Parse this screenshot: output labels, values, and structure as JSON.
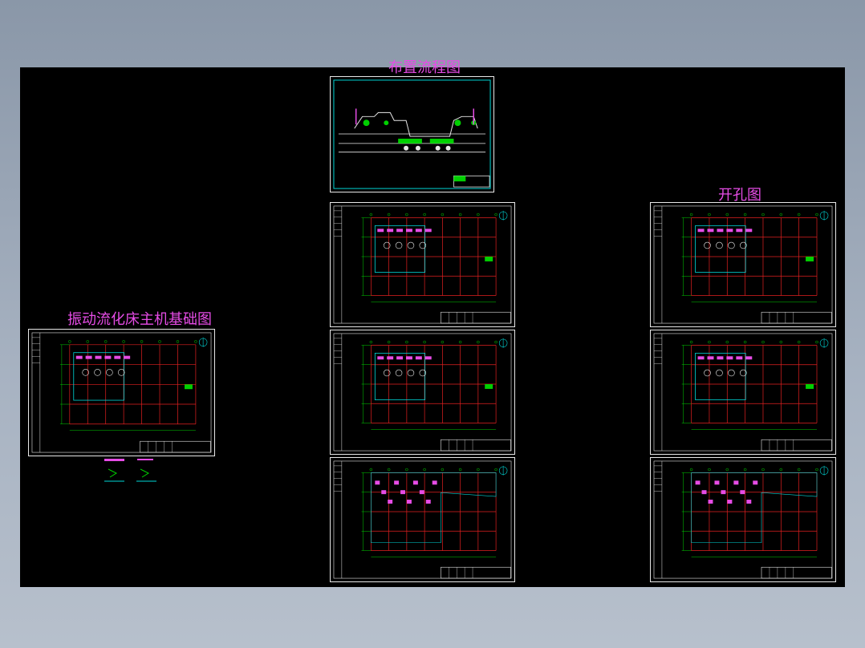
{
  "viewer": {
    "background_color": "#000000",
    "accent_magenta": "#e64ce6",
    "grid_red": "#e32020",
    "line_green": "#00d000",
    "line_cyan": "#00d8d8",
    "frame_white": "#e8e8e8"
  },
  "labels": {
    "flow_layout": "布置流程图",
    "foundation": "振动流化床主机基础图",
    "opening": "开孔图"
  },
  "sheets": [
    {
      "id": "flow",
      "kind": "flow",
      "icon": "process-flow-drawing"
    },
    {
      "id": "foundation",
      "kind": "plan",
      "icon": "foundation-plan-drawing"
    },
    {
      "id": "mid-1",
      "kind": "plan",
      "icon": "floor-plan-drawing"
    },
    {
      "id": "mid-2",
      "kind": "plan",
      "icon": "floor-plan-drawing"
    },
    {
      "id": "mid-3",
      "kind": "roof",
      "icon": "roof-plan-drawing"
    },
    {
      "id": "right-1",
      "kind": "plan",
      "icon": "opening-plan-drawing"
    },
    {
      "id": "right-2",
      "kind": "plan",
      "icon": "opening-plan-drawing"
    },
    {
      "id": "right-3",
      "kind": "roof",
      "icon": "opening-roof-drawing"
    }
  ]
}
